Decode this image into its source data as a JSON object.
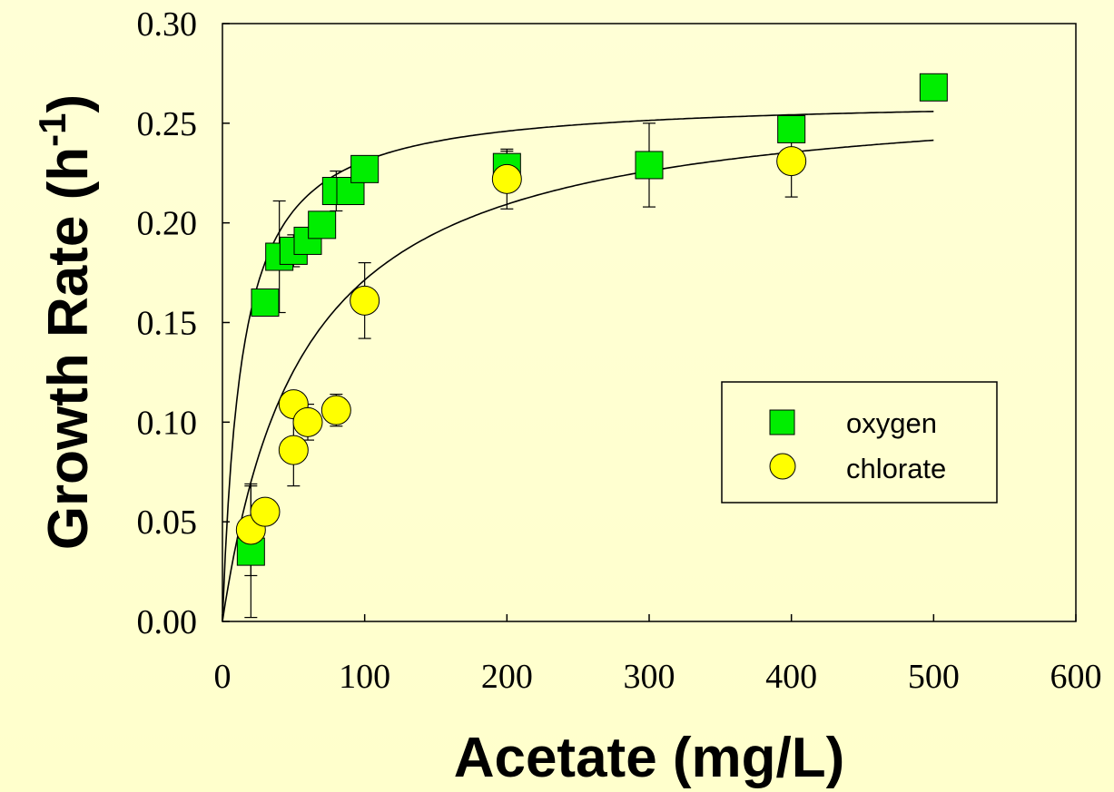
{
  "chart_data": {
    "type": "scatter",
    "title": "",
    "xlabel": "Acetate (mg/L)",
    "ylabel_main": "Growth Rate (h",
    "ylabel_sup": "-1",
    "ylabel_tail": ")",
    "xlim": [
      0,
      600
    ],
    "ylim": [
      0,
      0.3
    ],
    "x_ticks": [
      0,
      100,
      200,
      300,
      400,
      500,
      600
    ],
    "x_tick_labels": [
      "0",
      "100",
      "200",
      "300",
      "400",
      "500",
      "600"
    ],
    "y_ticks": [
      0,
      0.05,
      0.1,
      0.15,
      0.2,
      0.25,
      0.3
    ],
    "y_tick_labels": [
      "0.00",
      "0.05",
      "0.10",
      "0.15",
      "0.20",
      "0.25",
      "0.30"
    ],
    "grid": false,
    "legend_position": "right",
    "series": [
      {
        "name": "oxygen",
        "marker": "square",
        "color": "#00ee00",
        "points": [
          {
            "x": 20,
            "y": 0.035,
            "err": 0.033
          },
          {
            "x": 30,
            "y": 0.16,
            "err": 0.0
          },
          {
            "x": 40,
            "y": 0.183,
            "err": 0.028
          },
          {
            "x": 50,
            "y": 0.186,
            "err": 0.008
          },
          {
            "x": 60,
            "y": 0.191,
            "err": 0.0
          },
          {
            "x": 70,
            "y": 0.199,
            "err": 0.0
          },
          {
            "x": 80,
            "y": 0.216,
            "err": 0.01
          },
          {
            "x": 90,
            "y": 0.216,
            "err": 0.0
          },
          {
            "x": 100,
            "y": 0.227,
            "err": 0.0
          },
          {
            "x": 200,
            "y": 0.228,
            "err": 0.008
          },
          {
            "x": 300,
            "y": 0.229,
            "err": 0.021
          },
          {
            "x": 400,
            "y": 0.247,
            "err": 0.003
          },
          {
            "x": 500,
            "y": 0.268,
            "err": 0.0
          }
        ],
        "fit": {
          "vmax": 0.263,
          "k": 13.8
        }
      },
      {
        "name": "chlorate",
        "marker": "circle",
        "color": "#ffff00",
        "points": [
          {
            "x": 20,
            "y": 0.046,
            "err": 0.023
          },
          {
            "x": 30,
            "y": 0.055,
            "err": 0.0
          },
          {
            "x": 50,
            "y": 0.086,
            "err": 0.018
          },
          {
            "x": 50,
            "y": 0.109,
            "err": 0.006
          },
          {
            "x": 60,
            "y": 0.1,
            "err": 0.009
          },
          {
            "x": 80,
            "y": 0.106,
            "err": 0.008
          },
          {
            "x": 100,
            "y": 0.161,
            "err": 0.019
          },
          {
            "x": 200,
            "y": 0.222,
            "err": 0.015
          },
          {
            "x": 400,
            "y": 0.231,
            "err": 0.018
          }
        ],
        "fit": {
          "vmax": 0.269,
          "k": 57
        }
      }
    ]
  }
}
